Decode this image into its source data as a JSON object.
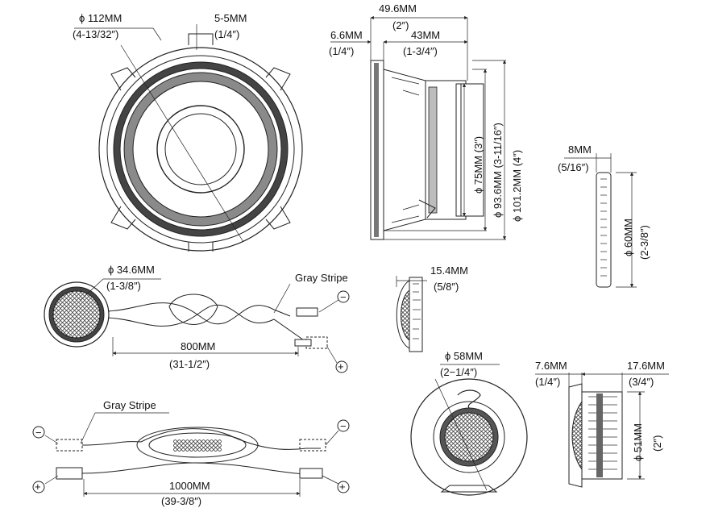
{
  "woofer_front": {
    "diameter": "ϕ 112MM",
    "diameter_in": "(4-13/32″)",
    "slot": "5-5MM",
    "slot_in": "(1/4″)"
  },
  "woofer_side": {
    "depth_total": "49.6MM",
    "depth_total_in": "(2″)",
    "flange": "6.6MM",
    "flange_in": "(1/4″)",
    "mount_depth": "43MM",
    "mount_depth_in": "(1-3/4″)",
    "dia_75": "ϕ 75MM (3″)",
    "dia_93": "ϕ 93.6MM (3-11/16″)",
    "dia_101": "ϕ 101.2MM (4″)"
  },
  "ring_side": {
    "thickness": "8MM",
    "thickness_in": "(5/16″)",
    "diameter": "ϕ 60MM",
    "diameter_in": "(2-3/8″)"
  },
  "tweeter_wired": {
    "diameter": "ϕ 34.6MM",
    "diameter_in": "(1-3/8″)",
    "stripe": "Gray Stripe",
    "cable": "800MM",
    "cable_in": "(31-1/2″)",
    "neg": "−",
    "pos": "+"
  },
  "tweeter_side": {
    "depth": "15.4MM",
    "depth_in": "(5/8″)"
  },
  "crossover_wire": {
    "stripe": "Gray Stripe",
    "cable": "1000MM",
    "cable_in": "(39-3/8″)",
    "neg": "−",
    "pos": "+"
  },
  "tweeter_mount_front": {
    "diameter": "ϕ 58MM",
    "diameter_in": "(2−1/4″)"
  },
  "tweeter_mount_side": {
    "flange": "7.6MM",
    "flange_in": "(1/4″)",
    "depth": "17.6MM",
    "depth_in": "(3/4″)",
    "diameter": "ϕ 51MM",
    "diameter_in": "(2″)"
  }
}
